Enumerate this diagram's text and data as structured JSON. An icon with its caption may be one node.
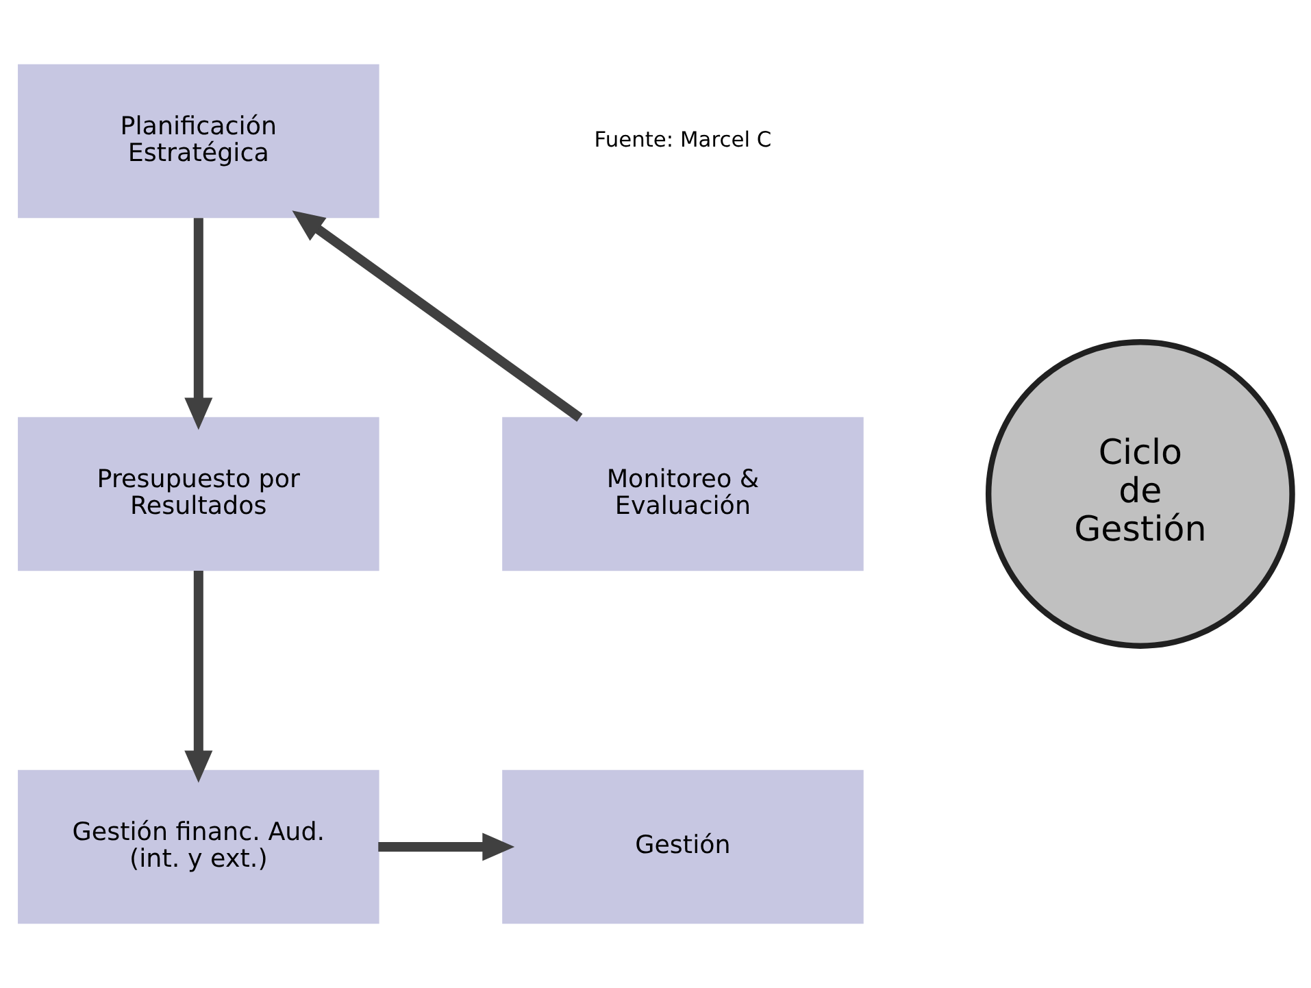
{
  "diagram": {
    "nodes": [
      {
        "text": [
          "Planificación Estratégica"
        ]
      },
      {
        "text": [
          "Presupuesto por Resultados"
        ]
      },
      {
        "text": [
          "Gestión financ. Aud. (int. y ext.)"
        ]
      },
      {
        "text": [
          "Gestión"
        ]
      },
      {
        "text": [
          "Monitoreo & Evaluación"
        ]
      },
      {
        "text": [
          "Ciclo de Gestión"
        ]
      }
    ],
    "edges": [
      {
        "from": 0,
        "to": 1,
        "arrow": "to"
      },
      {
        "from": 1,
        "to": 2,
        "arrow": "to"
      },
      {
        "from": 2,
        "to": 3,
        "arrow": "to"
      },
      {
        "from": 4,
        "to": 0,
        "arrow": "to"
      }
    ],
    "labels": [
      "Fuente: Marcel C"
    ]
  }
}
